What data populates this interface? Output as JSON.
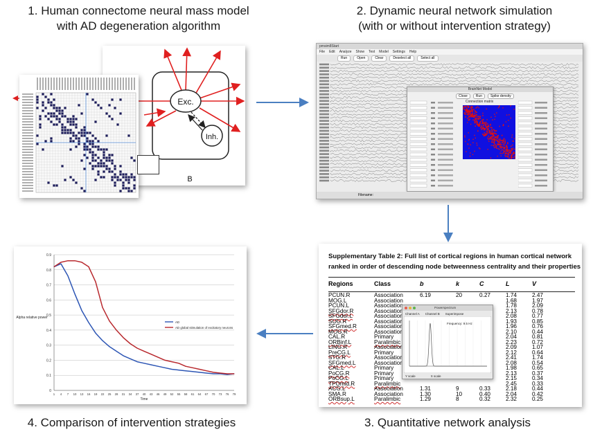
{
  "steps": [
    {
      "caption_line1": "1. Human connectome neural mass model",
      "caption_line2": "with AD degeneration algorithm"
    },
    {
      "caption_line1": "2. Dynamic neural network simulation",
      "caption_line2": "(with or without intervention strategy)"
    },
    {
      "caption_line1": "3. Quantitative network analysis"
    },
    {
      "caption_line1": "4. Comparison of intervention strategies"
    }
  ],
  "model": {
    "exc_label": "Exc.",
    "inh_label": "Inh.",
    "panel_label": "B"
  },
  "simulation": {
    "window_title": "pmsim8Start",
    "menu": [
      "File",
      "Edit",
      "Analyze",
      "Show",
      "Test",
      "Model",
      "Settings",
      "Help"
    ],
    "toolbar": [
      "Run",
      "Open",
      "Clear",
      "Deselect all",
      "Select all"
    ],
    "inner_title": "BrainNet Model",
    "inner_buttons": [
      "Close",
      "Run",
      "Spike density"
    ],
    "matrix_title": "Connection matrix",
    "filename_label": "Filename:"
  },
  "table": {
    "title_line1": "Supplementary Table 2: Full list of cortical regions in human cortical network",
    "title_line2": "ranked in order of descending node betweenness centrality and their properties",
    "headers": [
      "Regions",
      "Class",
      "b",
      "k",
      "C",
      "L",
      "V"
    ],
    "rows": [
      [
        "PCUN.R",
        "Association",
        "6.19",
        "20",
        "0.27",
        "1.74",
        "2.47"
      ],
      [
        "MOG.L",
        "Association",
        "",
        "",
        "",
        "1.68",
        "1.97"
      ],
      [
        "PCUN.L",
        "Association",
        "",
        "",
        "",
        "1.78",
        "2.09"
      ],
      [
        "SFGdor.R",
        "Association",
        "",
        "",
        "",
        "2.13",
        "0.78"
      ],
      [
        "SFGdor.L",
        "Association",
        "",
        "",
        "",
        "2.08",
        "0.77"
      ],
      [
        "SOG.R",
        "Association",
        "",
        "",
        "",
        "1.93",
        "0.85"
      ],
      [
        "SFGmed.R",
        "Association",
        "",
        "",
        "",
        "1.96",
        "0.76"
      ],
      [
        "MOG.R",
        "Association",
        "",
        "",
        "",
        "2.10",
        "0.44"
      ],
      [
        "CAL.R",
        "Primary",
        "",
        "",
        "",
        "2.04",
        "0.81"
      ],
      [
        "ORBinf.L",
        "Paralimbic",
        "",
        "",
        "",
        "2.23",
        "0.72"
      ],
      [
        "LING.R",
        "Association",
        "",
        "",
        "",
        "2.09",
        "1.07"
      ],
      [
        "PreCG.L",
        "Primary",
        "",
        "",
        "",
        "2.12",
        "0.64"
      ],
      [
        "STG.R",
        "Association",
        "",
        "",
        "",
        "2.41",
        "1.74"
      ],
      [
        "SFGmed.L",
        "Association",
        "",
        "",
        "",
        "2.08",
        "0.54"
      ],
      [
        "CAL.L",
        "Primary",
        "",
        "",
        "",
        "1.98",
        "0.65"
      ],
      [
        "PoCG.R",
        "Primary",
        "",
        "",
        "",
        "2.13",
        "0.37"
      ],
      [
        "PoCG.L",
        "Primary",
        "",
        "",
        "",
        "2.15",
        "0.34"
      ],
      [
        "TPOmid.R",
        "Paralimbic",
        "",
        "",
        "",
        "2.45",
        "0.33"
      ],
      [
        "ACG.L",
        "Association",
        "1.31",
        "9",
        "0.33",
        "2.18",
        "0.44"
      ],
      [
        "SMA.R",
        "Association",
        "1.30",
        "10",
        "0.40",
        "2.04",
        "0.42"
      ],
      [
        "ORBsup.L",
        "Paralimbic",
        "1.29",
        "8",
        "0.32",
        "2.32",
        "0.25"
      ]
    ],
    "popup_title": "Powerspectrum",
    "popup_frequency": "Frequency: 9.5 Hz",
    "popup_controls": [
      "Channel A",
      "Channel B",
      "Superimpose"
    ],
    "popup_bottom": [
      "Y scale",
      "X scale"
    ]
  },
  "comparison": {
    "ylabel": "Alpha relative power",
    "xlabel": "Time",
    "legend": [
      "AD",
      "AD global stimulation of excitatory neurons"
    ],
    "chart_data": {
      "type": "line",
      "ylim": [
        0,
        0.9
      ],
      "yticks": [
        0,
        0.1,
        0.2,
        0.3,
        0.4,
        0.5,
        0.6,
        0.7,
        0.8,
        0.9
      ],
      "xlim": [
        1,
        79
      ],
      "xticks": [
        1,
        4,
        7,
        10,
        13,
        16,
        19,
        22,
        25,
        28,
        31,
        34,
        37,
        40,
        43,
        46,
        49,
        52,
        55,
        58,
        61,
        64,
        67,
        70,
        73,
        76,
        79
      ],
      "series": [
        {
          "name": "AD",
          "color": "#2c55b4",
          "x": [
            1,
            4,
            7,
            10,
            13,
            16,
            19,
            22,
            25,
            28,
            31,
            34,
            37,
            40,
            43,
            46,
            49,
            52,
            55,
            58,
            61,
            64,
            67,
            70,
            73,
            76,
            79
          ],
          "values": [
            0.82,
            0.84,
            0.76,
            0.64,
            0.53,
            0.45,
            0.38,
            0.33,
            0.29,
            0.26,
            0.23,
            0.21,
            0.19,
            0.18,
            0.17,
            0.16,
            0.15,
            0.14,
            0.135,
            0.13,
            0.125,
            0.12,
            0.115,
            0.11,
            0.11,
            0.105,
            0.11
          ]
        },
        {
          "name": "AD global stimulation of excitatory neurons",
          "color": "#b8282d",
          "x": [
            1,
            4,
            7,
            10,
            13,
            16,
            19,
            22,
            25,
            28,
            31,
            34,
            37,
            40,
            43,
            46,
            49,
            52,
            55,
            58,
            61,
            64,
            67,
            70,
            73,
            76,
            79
          ],
          "values": [
            0.82,
            0.85,
            0.86,
            0.86,
            0.85,
            0.82,
            0.72,
            0.55,
            0.46,
            0.4,
            0.35,
            0.31,
            0.28,
            0.26,
            0.24,
            0.22,
            0.2,
            0.19,
            0.18,
            0.16,
            0.15,
            0.14,
            0.13,
            0.12,
            0.115,
            0.11,
            0.11
          ]
        }
      ]
    }
  },
  "colors": {
    "arrow_blue": "#4a7fc1",
    "arrow_red": "#e02020",
    "matrix_dot": "#1c1c5a",
    "sim_blue": "#1010e0",
    "sim_red": "#e01010"
  }
}
